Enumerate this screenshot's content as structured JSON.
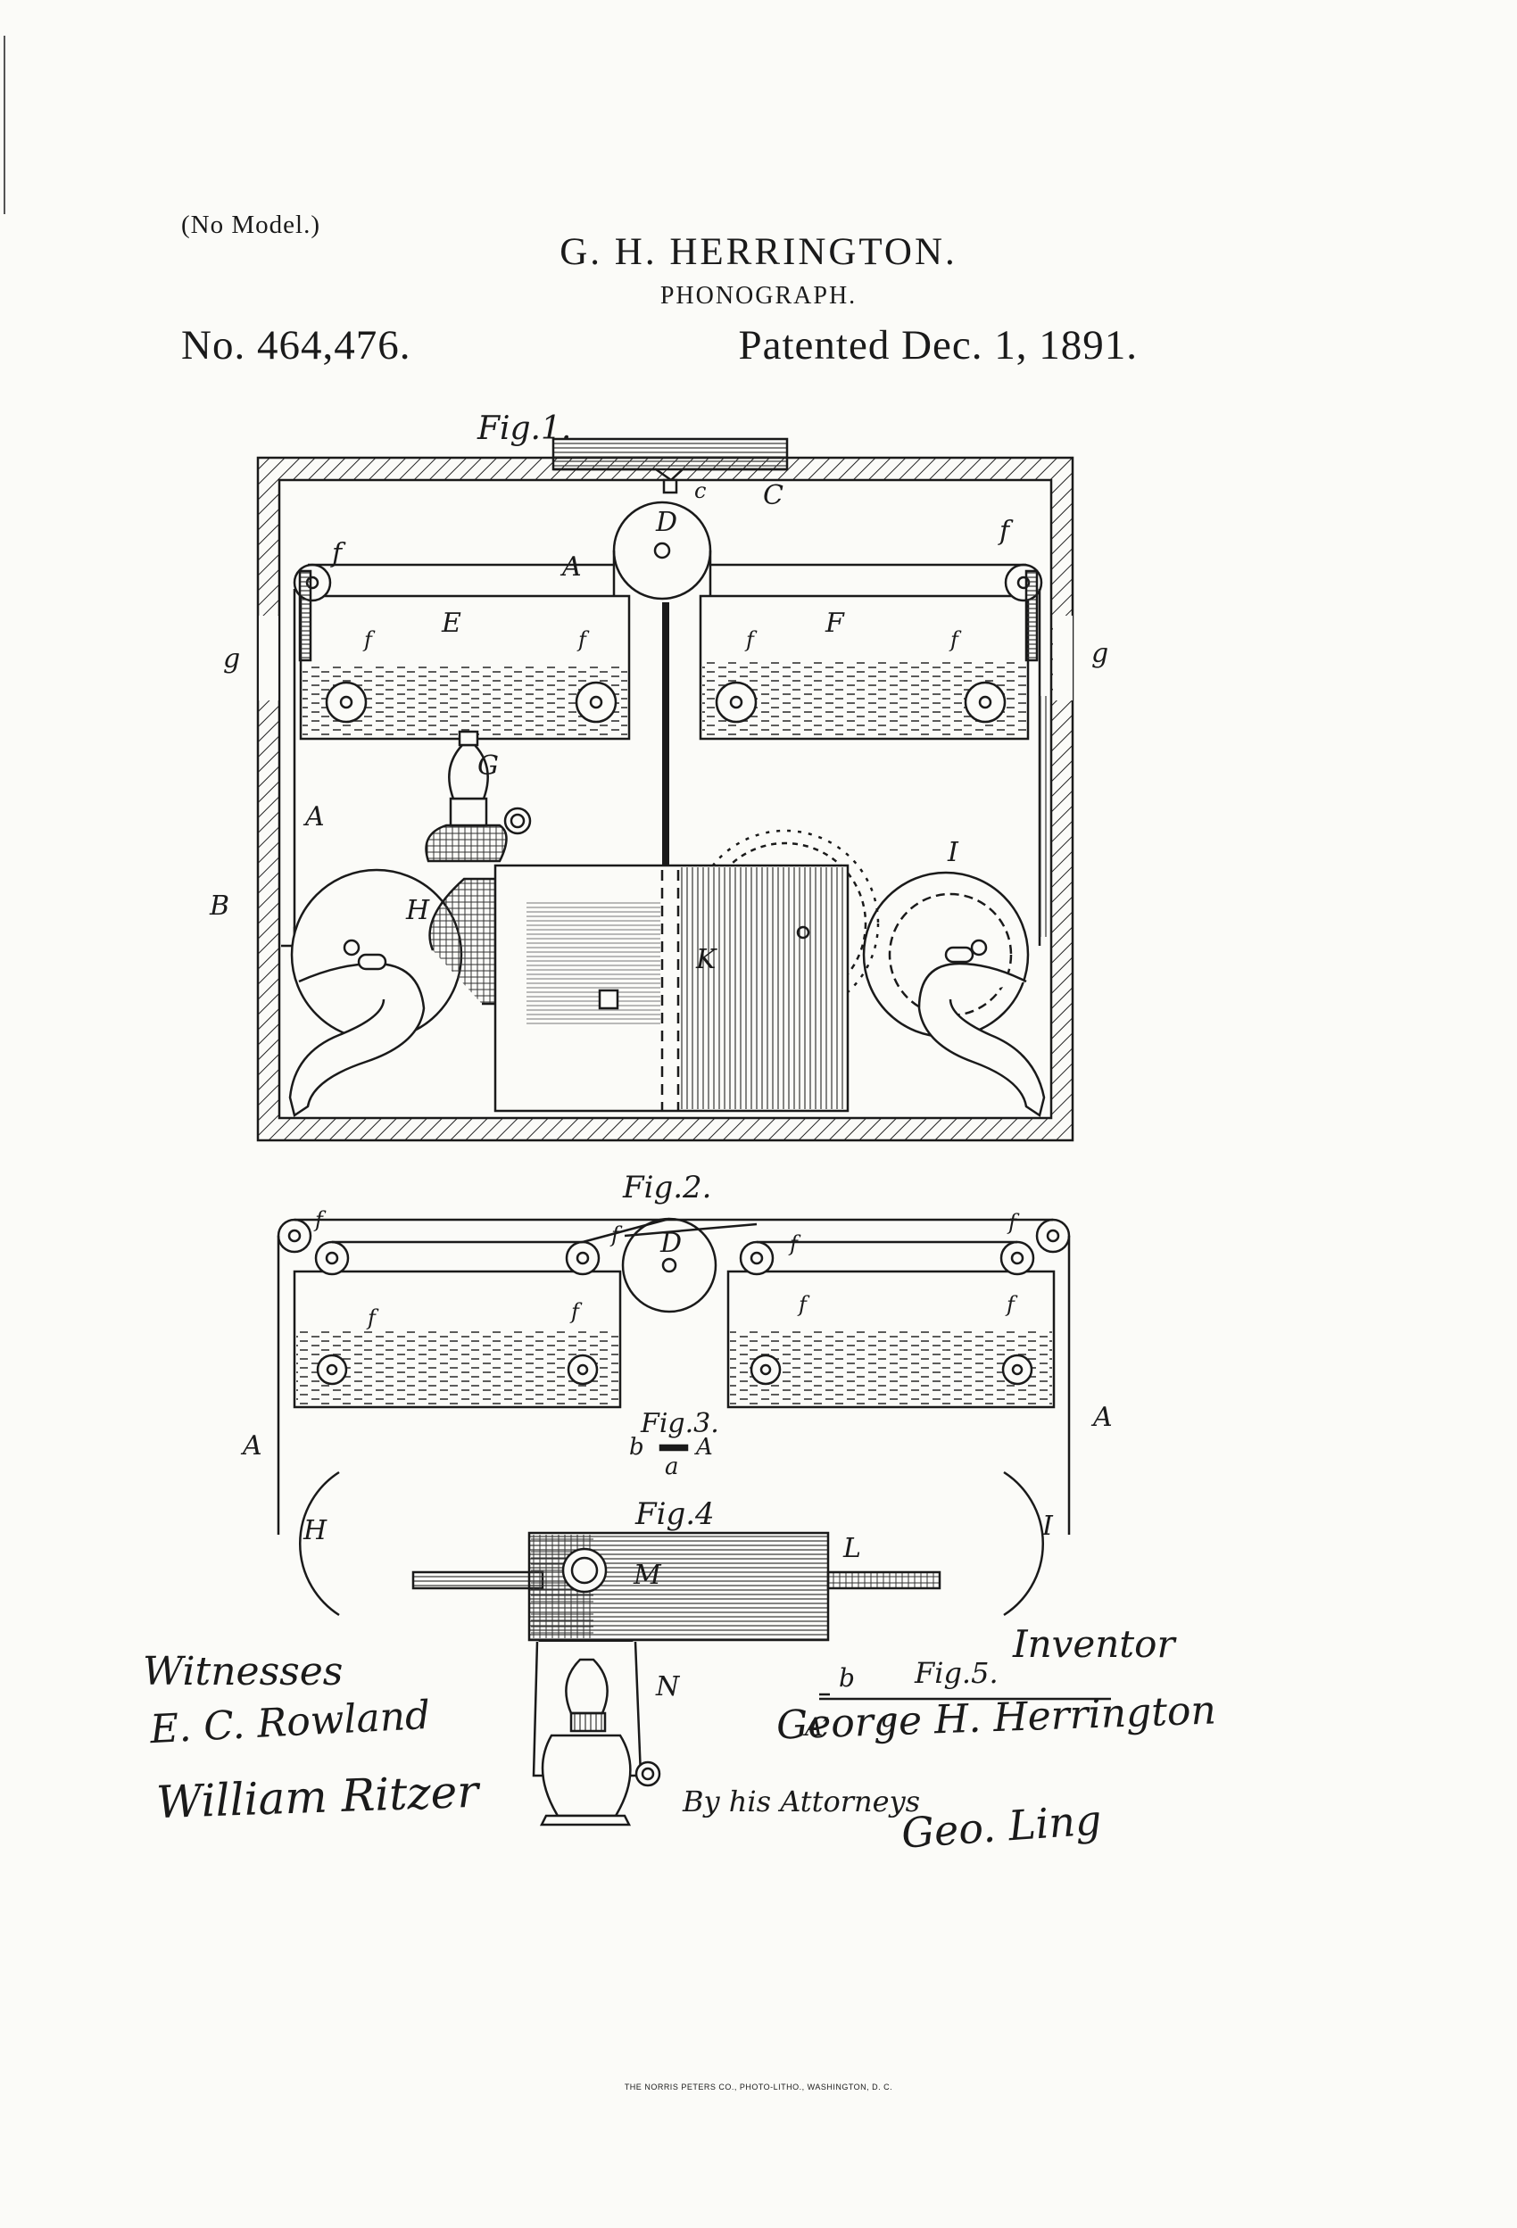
{
  "header": {
    "no_model": "(No Model.)",
    "inventor": "G. H. HERRINGTON.",
    "title": "PHONOGRAPH.",
    "number": "No. 464,476.",
    "date": "Patented Dec. 1, 1891."
  },
  "figures": {
    "fig1": "Fig.1.",
    "fig2": "Fig.2.",
    "fig3": "Fig.3.",
    "fig4": "Fig.4",
    "fig5": "Fig.5."
  },
  "labels": {
    "A": "A",
    "A_prime": "A′",
    "B": "B",
    "C": "C",
    "c": "c",
    "D": "D",
    "E": "E",
    "F": "F",
    "G": "G",
    "H": "H",
    "I": "I",
    "K": "K",
    "L": "L",
    "M": "M",
    "N": "N",
    "a": "a",
    "b": "b",
    "f": "f",
    "g": "g"
  },
  "signatures": {
    "witnesses_heading": "Witnesses",
    "witness_1": "E. C. Rowland",
    "witness_2": "William Ritzer",
    "inventor_heading": "Inventor",
    "inventor_signature": "George H. Herrington",
    "attorneys_prefix": "By his Attorneys",
    "attorney_signature": "Geo. Ling"
  },
  "footer": {
    "credit": "THE NORRIS PETERS CO., PHOTO-LITHO., WASHINGTON, D. C."
  }
}
